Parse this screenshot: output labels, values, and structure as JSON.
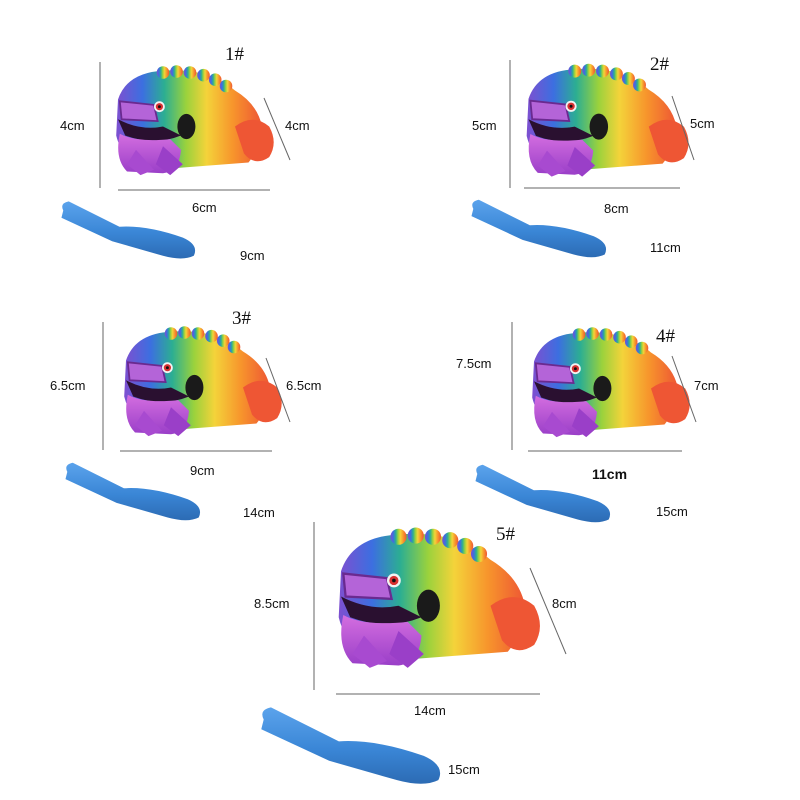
{
  "items": [
    {
      "number": "1#",
      "height": "4cm",
      "depth": "4cm",
      "length": "6cm",
      "stick": "9cm"
    },
    {
      "number": "2#",
      "height": "5cm",
      "depth": "5cm",
      "length": "8cm",
      "stick": "11cm"
    },
    {
      "number": "3#",
      "height": "6.5cm",
      "depth": "6.5cm",
      "length": "9cm",
      "stick": "14cm"
    },
    {
      "number": "4#",
      "height": "7.5cm",
      "depth": "7cm",
      "length": "11cm",
      "stick": "15cm"
    },
    {
      "number": "5#",
      "height": "8.5cm",
      "depth": "8cm",
      "length": "14cm",
      "stick": "15cm"
    }
  ],
  "colors": {
    "stick": "#3b88d8",
    "rainbow": [
      "#8a4fc9",
      "#3a6fd8",
      "#2fae8a",
      "#9ccf3a",
      "#f2d23a",
      "#f59a2e",
      "#ee5a36"
    ],
    "belly": "#c65ad8"
  }
}
